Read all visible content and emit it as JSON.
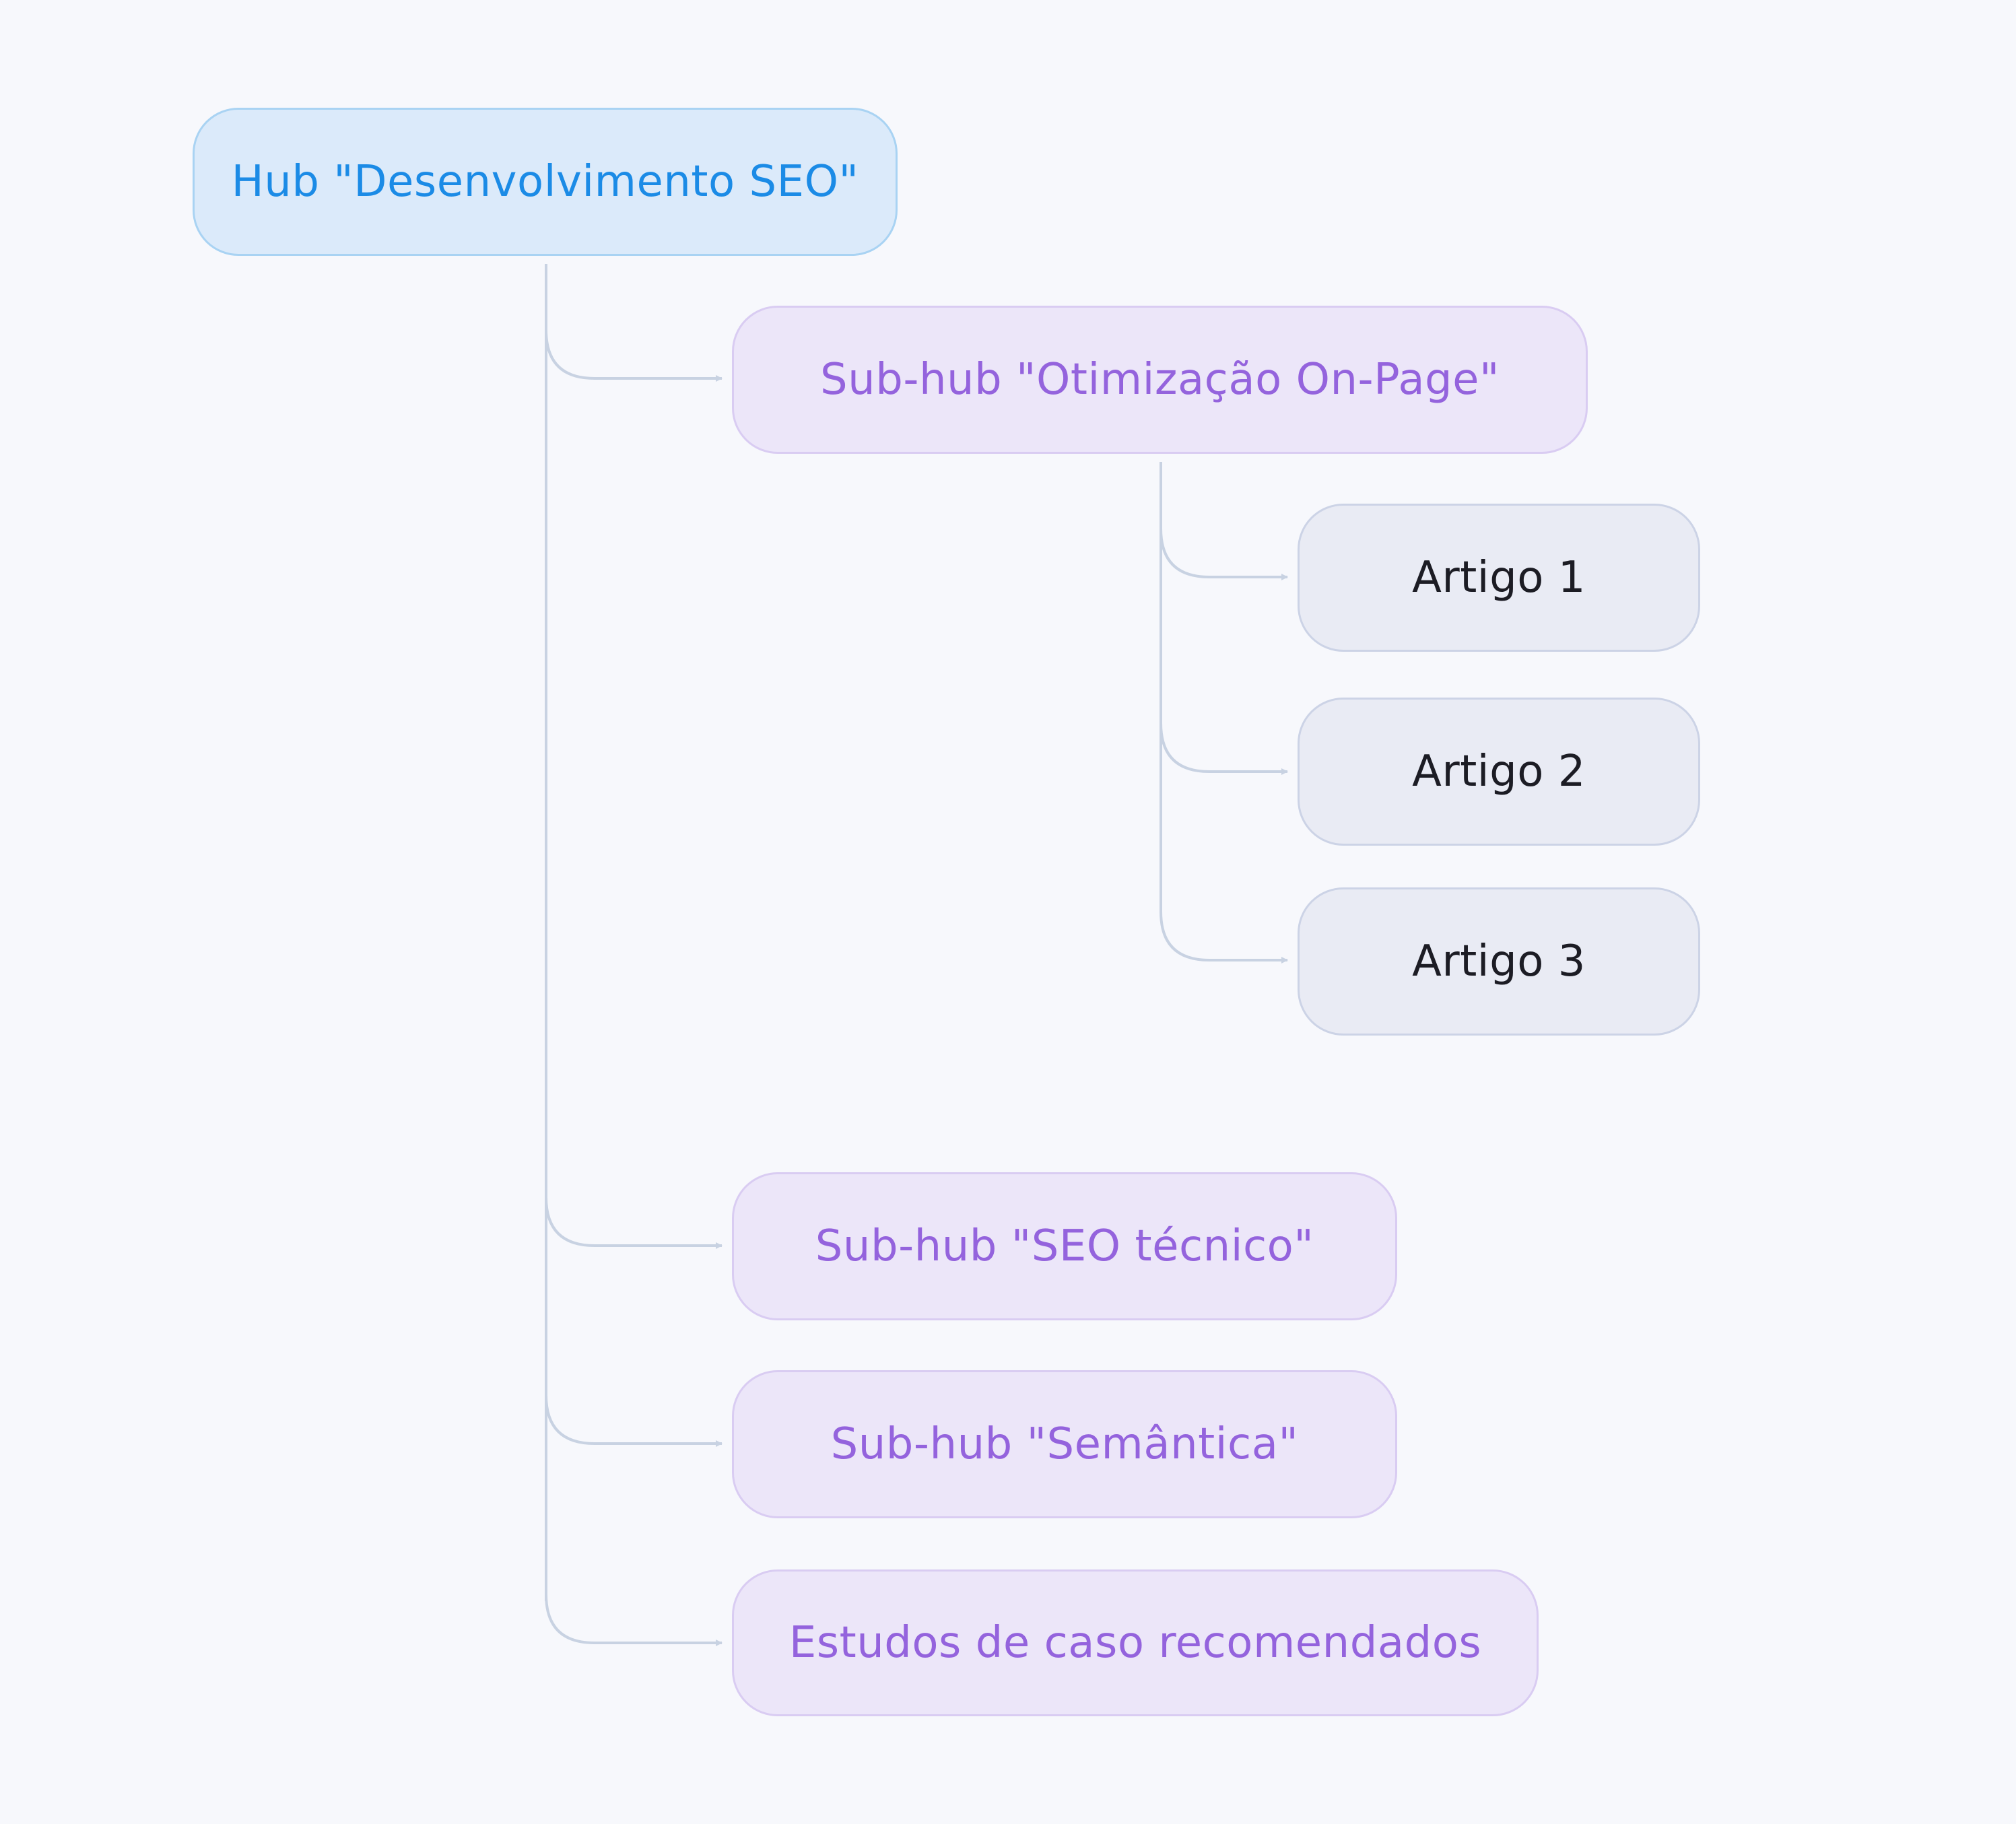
{
  "diagram": {
    "hub": {
      "label": "Hub \"Desenvolvimento SEO\""
    },
    "subhubs": [
      {
        "label": "Sub-hub \"Otimização On-Page\""
      },
      {
        "label": "Sub-hub \"SEO técnico\""
      },
      {
        "label": "Sub-hub \"Semântica\""
      },
      {
        "label": "Estudos de caso recomendados"
      }
    ],
    "articles": [
      {
        "label": "Artigo 1"
      },
      {
        "label": "Artigo 2"
      },
      {
        "label": "Artigo 3"
      }
    ]
  },
  "colors": {
    "background": "#f7f8fc",
    "connector": "#c8d2e2",
    "hub_fill": "#dbeafa",
    "hub_text": "#1b8be6",
    "subhub_fill": "#ece6f9",
    "subhub_text": "#9463dd",
    "article_fill": "#e9ebf4",
    "article_text": "#1c1c24"
  }
}
